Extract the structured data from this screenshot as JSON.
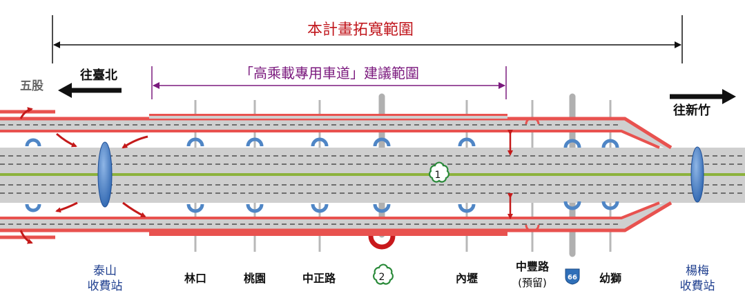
{
  "colors": {
    "project_span": "#c0161c",
    "hov_span": "#7b1a7e",
    "road_gray": "#cfcfcf",
    "road_red": "#e8524f",
    "median_green": "#8cb23c",
    "ramp_blue": "#4f86c6",
    "toll_blue": "#3d78c0",
    "station_blue": "#1f3f8f",
    "arrow_black": "#111111"
  },
  "title": "本計畫拓寬範圍",
  "hov_label": "「高乘載專用車道」建議範圍",
  "directions": {
    "north": "往臺北",
    "south": "往新竹"
  },
  "wugu": "五股",
  "taishan_toll": [
    "泰山",
    "收費站"
  ],
  "yangmei_toll": [
    "楊梅",
    "收費站"
  ],
  "interchanges": [
    {
      "label": "林口"
    },
    {
      "label": "桃園"
    },
    {
      "label": "中正路"
    },
    {
      "label": "內壢"
    },
    {
      "label": "幼獅"
    }
  ],
  "zhongfeng": [
    "中豐路",
    "(預留)"
  ],
  "shields": {
    "freeway_1": "1",
    "freeway_2": "2",
    "route_66": "66"
  }
}
